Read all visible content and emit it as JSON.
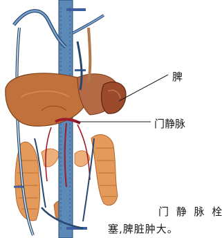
{
  "labels": {
    "spleen": "脾",
    "portal_vein": "门静脉"
  },
  "caption": {
    "line1": "门 静 脉 栓",
    "line2": "塞,脾脏肿大。"
  },
  "colors": {
    "vein_blue": "#5b89b8",
    "vein_dark": "#27486e",
    "liver": "#c1713b",
    "spleen": "#9b4a2c",
    "intestine": "#e49a5a",
    "vessel_red": "#a0192a",
    "background": "#ffffff"
  }
}
